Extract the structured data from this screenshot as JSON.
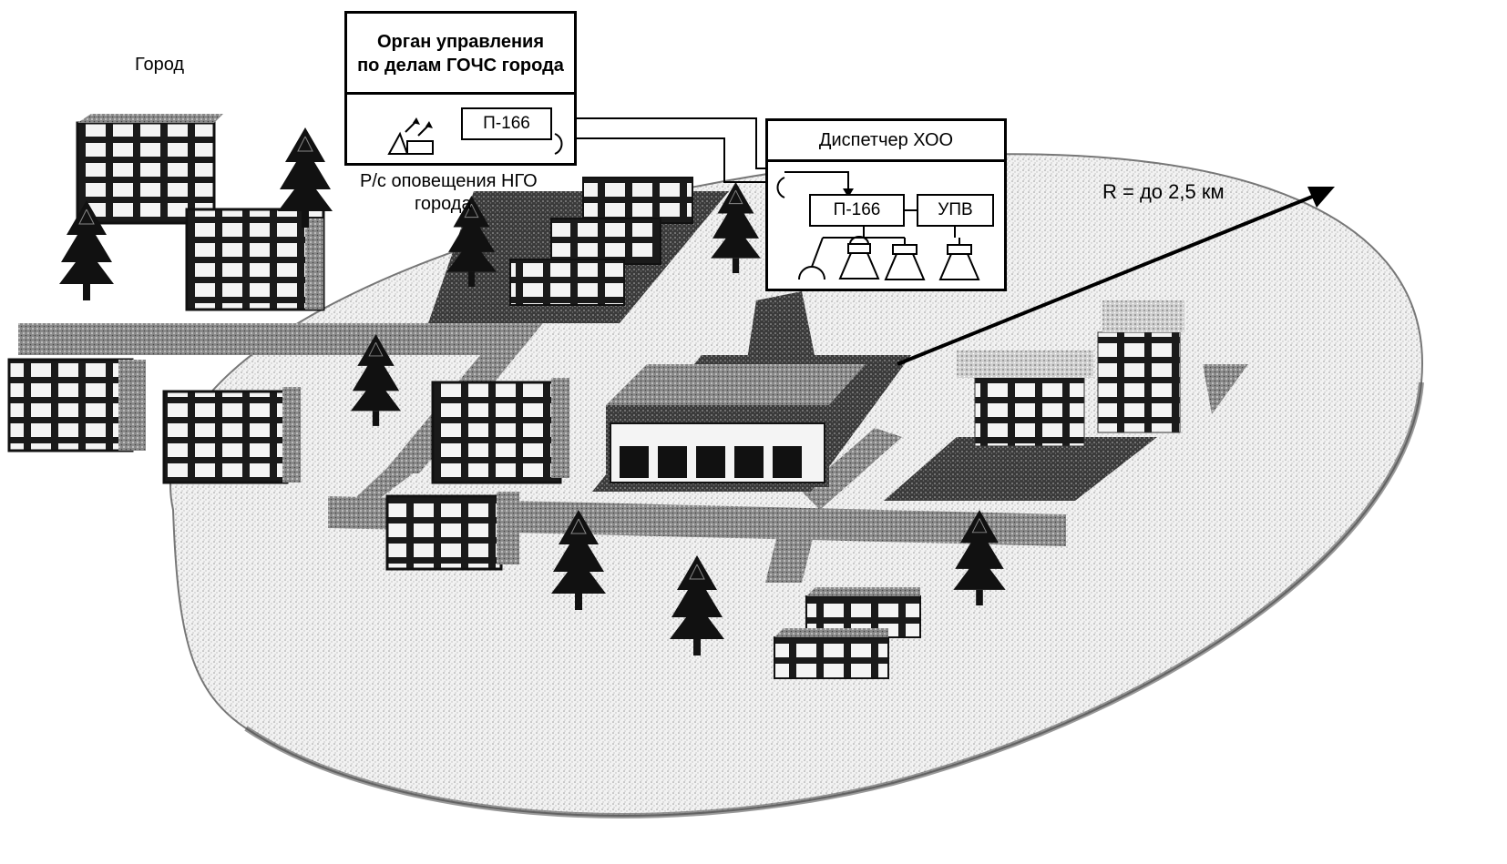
{
  "labels": {
    "city": "Город",
    "control_body_line1": "Орган управления",
    "control_body_line2": "по делам ГОЧС города",
    "radio_station_line1": "Р/с оповещения НГО",
    "radio_station_line2": "города",
    "dispatcher": "Диспетчер ХОО",
    "radius": "R = до 2,5 км"
  },
  "devices": {
    "city_p166": "П-166",
    "hoo_p166": "П-166",
    "hoo_upv": "УПВ"
  },
  "icons": [
    "radio-transmitter-icon",
    "handset-icon",
    "loudspeaker-icon",
    "tree-icon",
    "building-icon",
    "factory-icon"
  ]
}
